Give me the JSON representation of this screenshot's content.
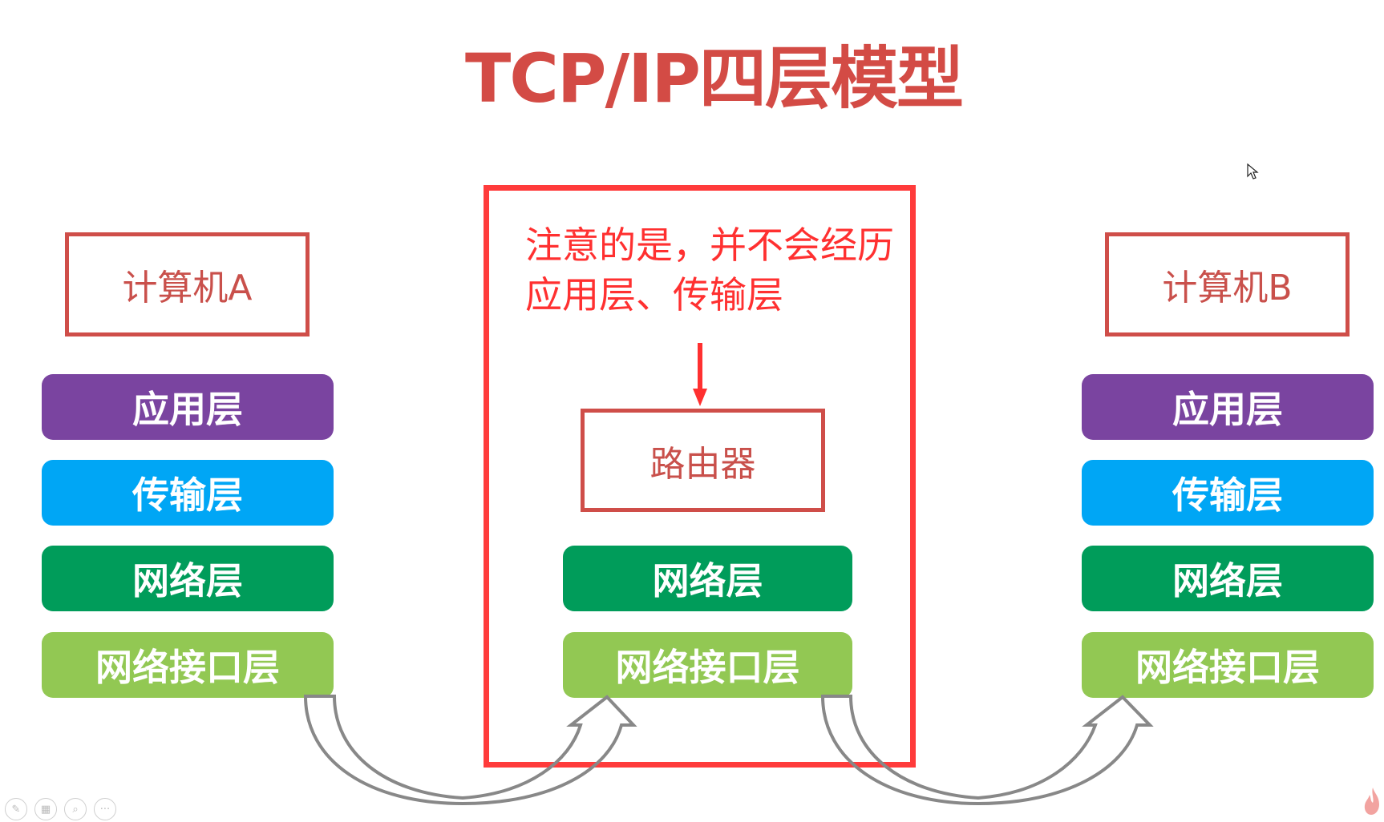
{
  "slide": {
    "title": "TCP/IP四层模型",
    "computer_a": {
      "label": "计算机A",
      "layers": [
        {
          "label": "应用层",
          "color": "#7a44a0"
        },
        {
          "label": "传输层",
          "color": "#00a6f5"
        },
        {
          "label": "网络层",
          "color": "#009c5a"
        },
        {
          "label": "网络接口层",
          "color": "#92c853"
        }
      ]
    },
    "router": {
      "label": "路由器",
      "note_line1": "注意的是，并不会经历",
      "note_line2": "应用层、传输层",
      "layers": [
        {
          "label": "网络层",
          "color": "#009c5a"
        },
        {
          "label": "网络接口层",
          "color": "#92c853"
        }
      ]
    },
    "computer_b": {
      "label": "计算机B",
      "layers": [
        {
          "label": "应用层",
          "color": "#7a44a0"
        },
        {
          "label": "传输层",
          "color": "#00a6f5"
        },
        {
          "label": "网络层",
          "color": "#009c5a"
        },
        {
          "label": "网络接口层",
          "color": "#92c853"
        }
      ]
    },
    "colors": {
      "title": "#d34b45",
      "box_border": "#cf4e49",
      "highlight_frame": "#ff3b3b",
      "note_text": "#ff3030",
      "curved_arrow": "#888888"
    }
  },
  "toolbar": {
    "icons": [
      {
        "name": "pen-icon",
        "glyph": "✎"
      },
      {
        "name": "slides-icon",
        "glyph": "▦"
      },
      {
        "name": "zoom-icon",
        "glyph": "⌕"
      },
      {
        "name": "more-icon",
        "glyph": "···"
      }
    ]
  }
}
